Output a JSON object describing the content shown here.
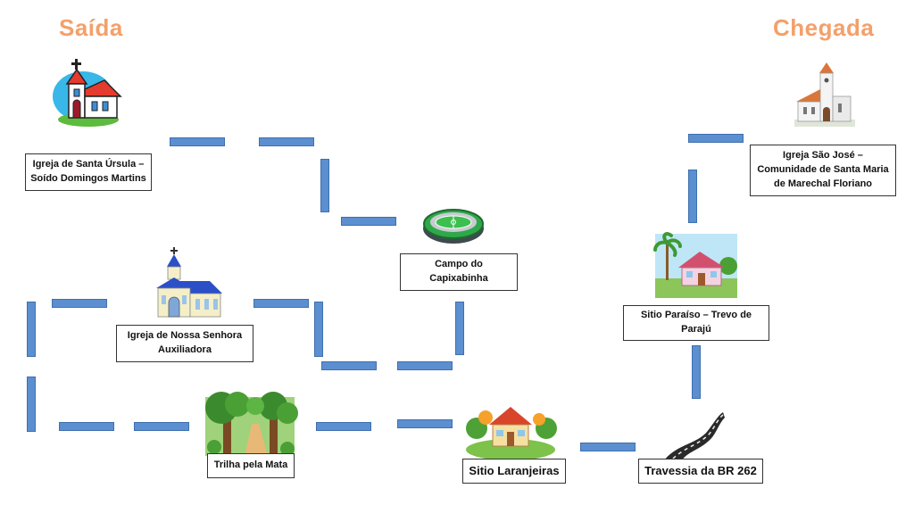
{
  "headings": {
    "start": "Saída",
    "finish": "Chegada"
  },
  "stops": [
    {
      "id": "santa-ursula",
      "label": "Igreja de Santa Úrsula –\nSoído Domingos Martins",
      "icon": "church-clipart-icon"
    },
    {
      "id": "campo",
      "label": "Campo do Capixabinha",
      "icon": "stadium-icon"
    },
    {
      "id": "nossa-senhora",
      "label": "Igreja de Nossa Senhora\nAuxiliadora",
      "icon": "blue-church-icon"
    },
    {
      "id": "trilha",
      "label": "Trilha pela Mata",
      "icon": "forest-trail-icon"
    },
    {
      "id": "laranjeiras",
      "label": "Sitio Laranjeiras",
      "icon": "farmhouse-icon"
    },
    {
      "id": "br262",
      "label": "Travessia da BR 262",
      "icon": "road-icon"
    },
    {
      "id": "paraiso",
      "label": "Sitio Paraíso – Trevo de\nParajú",
      "icon": "house-palm-icon"
    },
    {
      "id": "sao-jose",
      "label": "Igreja São José –\nComunidade de Santa Maria\nde Marechal Floriano",
      "icon": "white-church-icon"
    }
  ],
  "colors": {
    "heading": "#f4a06a",
    "route": "#5b8fd0"
  }
}
